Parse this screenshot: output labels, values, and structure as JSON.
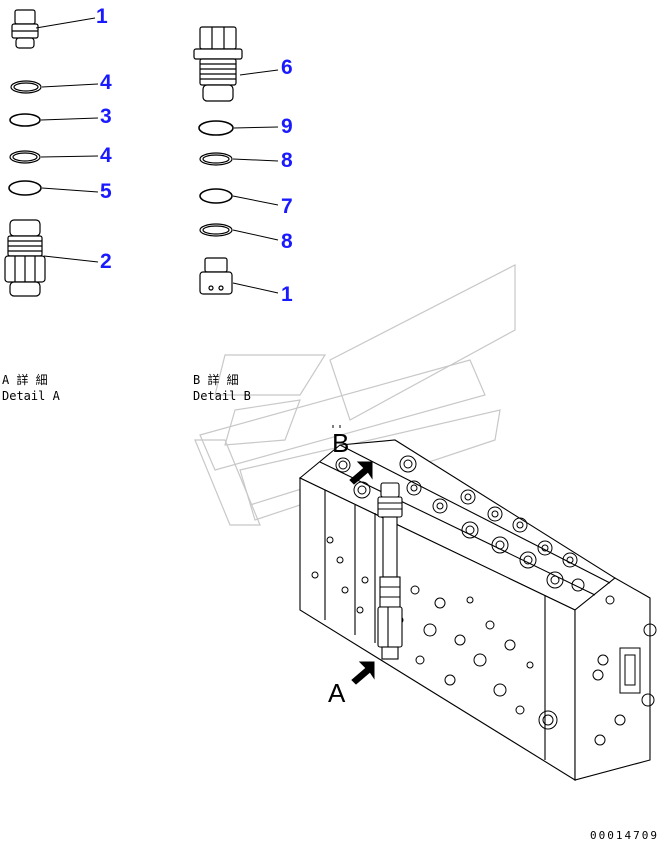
{
  "callouts": {
    "a1": "1",
    "a4a": "4",
    "a3": "3",
    "a4b": "4",
    "a5": "5",
    "a2": "2",
    "b6": "6",
    "b9": "9",
    "b8a": "8",
    "b7": "7",
    "b8b": "8",
    "b1": "1"
  },
  "details": {
    "a_jp": "A 詳 細",
    "a_en": "Detail A",
    "b_jp": "B 詳 細",
    "b_en": "Detail B"
  },
  "views": {
    "a": "A",
    "b": "B"
  },
  "doc_code": "00014709",
  "colors": {
    "callout": "#1a1aff",
    "line": "#000000",
    "watermark": "#c8c8c8"
  }
}
